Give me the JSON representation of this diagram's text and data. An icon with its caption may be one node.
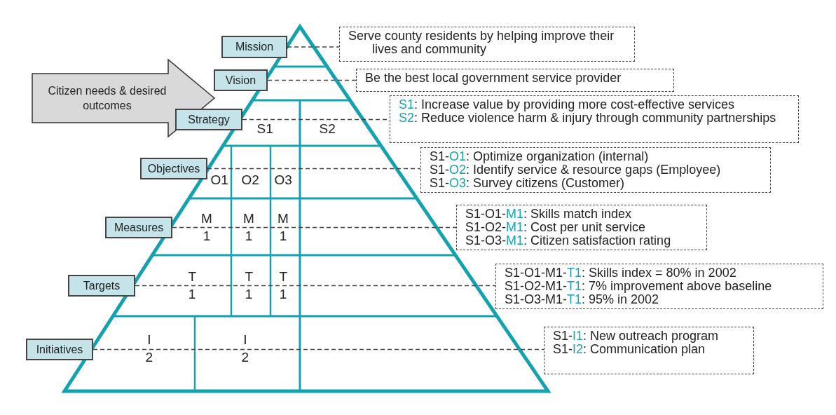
{
  "diagram": {
    "nodes": [
      {
        "text": [
          "Citizen needs & desired outcomes"
        ]
      },
      {
        "text": [
          "Mission"
        ]
      },
      {
        "text": [
          "Serve county residents by helping improve their lives and community"
        ]
      },
      {
        "text": [
          "Vision"
        ]
      },
      {
        "text": [
          "Be the best local government service provider"
        ]
      },
      {
        "text": [
          "Strategy"
        ]
      },
      {
        "text": [
          "S1: Increase value by providing more cost-effective services",
          "S2: Reduce violence harm & injury through community partnerships"
        ]
      },
      {
        "text": [
          "Objectives"
        ]
      },
      {
        "text": [
          "S1-O1: Optimize organization (internal)",
          "S1-O2: Identify service & resource gaps (Employee)",
          "S1-O3: Survey citizens (Customer)"
        ]
      },
      {
        "text": [
          "Measures"
        ]
      },
      {
        "text": [
          "S1-O1-M1: Skills match index",
          "S1-O2-M1: Cost per unit service",
          "S1-O3-M1: Citizen satisfaction rating"
        ]
      },
      {
        "text": [
          "Targets"
        ]
      },
      {
        "text": [
          "S1-O1-M1-T1: Skills index = 80% in 2002",
          "S1-O2-M1-T1: 7% improvement above baseline",
          "S1-O3-M1-T1: 95% in 2002"
        ]
      },
      {
        "text": [
          "Initiatives"
        ]
      },
      {
        "text": [
          "S1-I1: New outreach program",
          "S1-I2: Communication plan"
        ]
      }
    ],
    "edges": [
      {
        "from": 1,
        "to": 2,
        "arrow": "none",
        "style": "dashed"
      },
      {
        "from": 3,
        "to": 4,
        "arrow": "none",
        "style": "dashed"
      },
      {
        "from": 5,
        "to": 6,
        "arrow": "none",
        "style": "dashed"
      },
      {
        "from": 7,
        "to": 8,
        "arrow": "none",
        "style": "dashed"
      },
      {
        "from": 9,
        "to": 10,
        "arrow": "none",
        "style": "dashed"
      },
      {
        "from": 11,
        "to": 12,
        "arrow": "none",
        "style": "dashed"
      },
      {
        "from": 13,
        "to": 14,
        "arrow": "none",
        "style": "dashed"
      }
    ],
    "labels": [
      "S1",
      "S2",
      "O1",
      "O2",
      "O3",
      "M 1",
      "M 1",
      "M 1",
      "T 1",
      "T 1",
      "T 1",
      "I 2",
      "I 2"
    ]
  }
}
